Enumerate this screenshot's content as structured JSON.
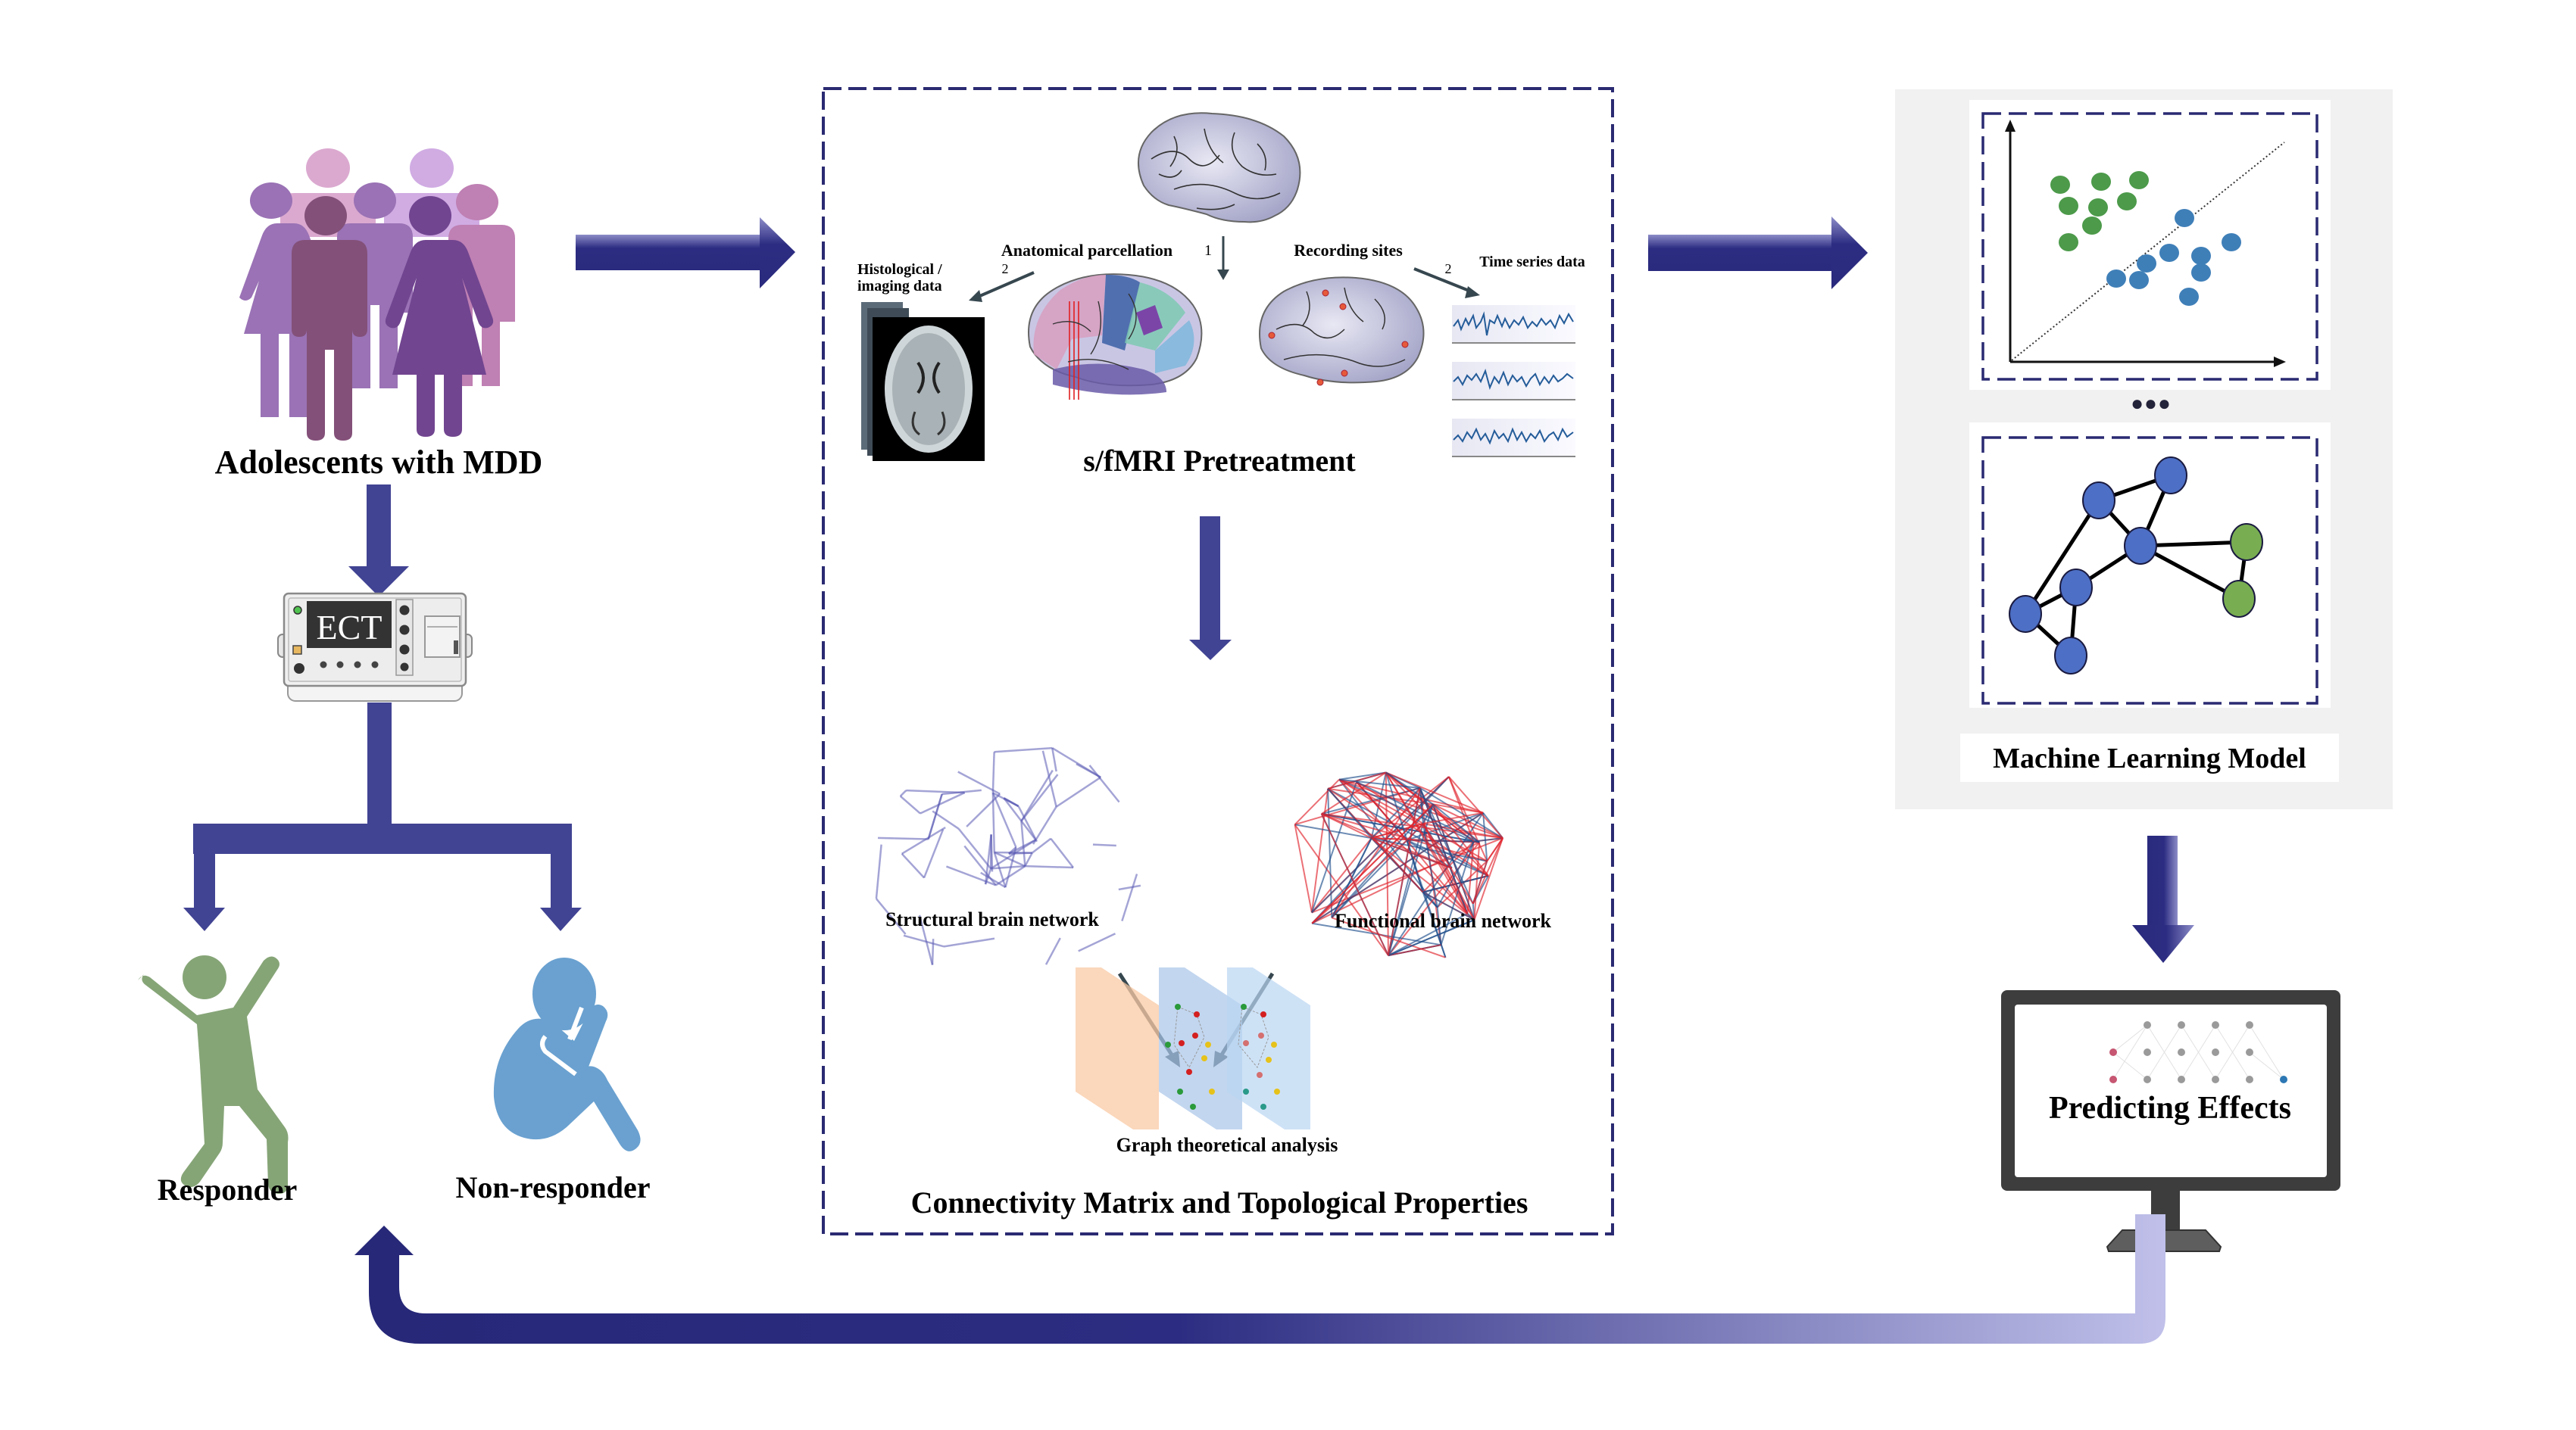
{
  "figure": {
    "type": "pipeline-workflow",
    "colors": {
      "arrow_dark": "#2a2a7e",
      "arrow_mid": "#414393",
      "arrow_light": "#c0c0ea",
      "dash_border": "#2a2a72",
      "panel_grey": "#f1f1f1",
      "responder_green": "#86a577",
      "nonresponder_blue": "#6aa1d0",
      "ml_green": "#4c9a4a",
      "ml_blue": "#3f7fb8",
      "graph_blue": "#4d6fc5",
      "graph_green": "#79ad52",
      "monitor": "#3d3d3d"
    }
  },
  "cohort": {
    "label": "Adolescents with MDD",
    "icon": "people-group-icon"
  },
  "treatment": {
    "device_label": "ECT",
    "icon": "ect-machine-icon"
  },
  "outcomes": {
    "responder": {
      "label": "Responder",
      "icon": "celebrating-person-icon"
    },
    "non_responder": {
      "label": "Non-responder",
      "icon": "crouching-person-icon"
    }
  },
  "pretreatment": {
    "title": "s/fMRI Pretreatment",
    "step1": "1",
    "step2_left": "2",
    "step2_right": "2",
    "anatomical": "Anatomical parcellation",
    "recording": "Recording sites",
    "histological": "Histological /",
    "imaging": "imaging data",
    "timeseries": "Time series data"
  },
  "connectivity": {
    "structural": "Structural brain network",
    "functional": "Functional brain network",
    "graph": "Graph theoretical analysis",
    "title": "Connectivity Matrix and Topological Properties"
  },
  "ml": {
    "title": "Machine Learning Model",
    "ellipsis": "●●●",
    "scatter_classes": [
      "green",
      "blue"
    ]
  },
  "prediction": {
    "label": "Predicting Effects",
    "icon": "monitor-icon"
  }
}
